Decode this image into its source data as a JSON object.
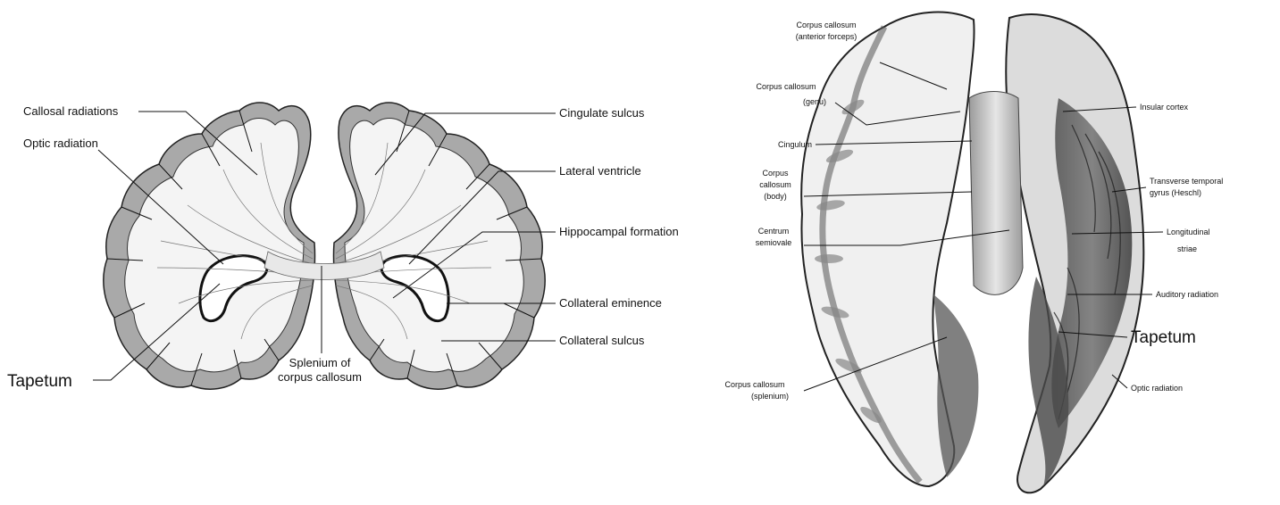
{
  "coronal_section": {
    "labels": {
      "callosal_radiations": "Callosal radiations",
      "optic_radiation": "Optic radiation",
      "tapetum": "Tapetum",
      "cingulate_sulcus": "Cingulate sulcus",
      "lateral_ventricle": "Lateral ventricle",
      "hippocampal_formation": "Hippocampal formation",
      "collateral_eminence": "Collateral eminence",
      "collateral_sulcus": "Collateral sulcus",
      "splenium_line1": "Splenium of",
      "splenium_line2": "corpus callosum"
    }
  },
  "horizontal_dissection": {
    "labels": {
      "cc_anterior_forceps_1": "Corpus callosum",
      "cc_anterior_forceps_2": "(anterior forceps)",
      "cc_genu_1": "Corpus callosum",
      "cc_genu_2": "(genu)",
      "cingulum": "Cingulum",
      "cc_body_1": "Corpus",
      "cc_body_2": "callosum",
      "cc_body_3": "(body)",
      "centrum_1": "Centrum",
      "centrum_2": "semiovale",
      "cc_splenium_1": "Corpus callosum",
      "cc_splenium_2": "(splenium)",
      "insular_cortex": "Insular cortex",
      "transverse_1": "Transverse temporal",
      "transverse_2": "gyrus (Heschl)",
      "longitudinal_1": "Longitudinal",
      "longitudinal_2": "striae",
      "auditory_radiation": "Auditory radiation",
      "tapetum": "Tapetum",
      "optic_radiation": "Optic radiation"
    }
  },
  "colors": {
    "cortex_gray": "#a9a9a9",
    "white_matter": "#f4f4f4",
    "ink": "#111111",
    "dark_tissue": "#3a3a3a"
  }
}
